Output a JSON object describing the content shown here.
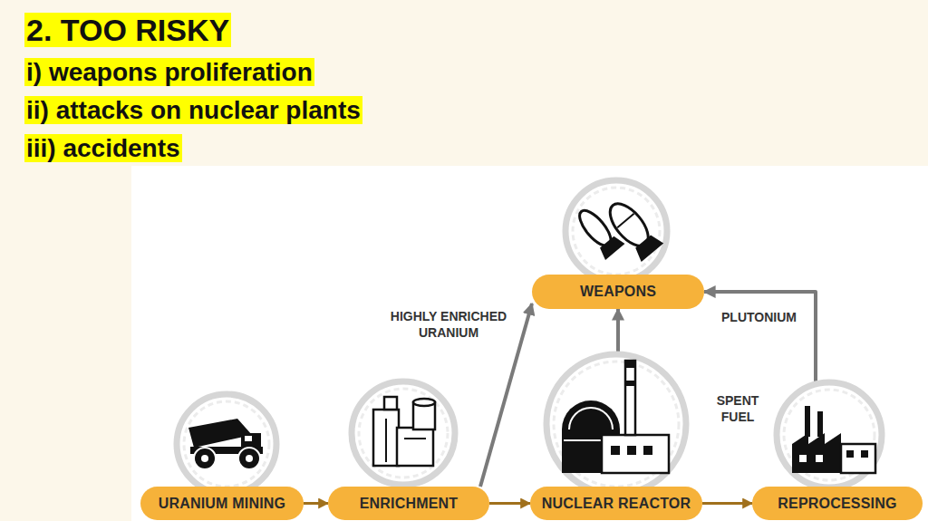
{
  "diagram": {
    "title": "2. TOO RISKY",
    "nodes": [
      {
        "text": [
          "WEAPONS"
        ]
      },
      {
        "text": [
          "URANIUM MINING"
        ]
      },
      {
        "text": [
          "ENRICHMENT"
        ]
      },
      {
        "text": [
          "NUCLEAR REACTOR"
        ]
      },
      {
        "text": [
          "REPROCESSING"
        ]
      }
    ],
    "edges": [
      {
        "from": 1,
        "to": 2,
        "arrow": "to"
      },
      {
        "from": 2,
        "to": 3,
        "arrow": "to"
      },
      {
        "from": 3,
        "to": 4,
        "label": "SPENT FUEL",
        "arrow": "to"
      },
      {
        "from": 2,
        "to": 0,
        "label": "HIGHLY ENRICHED URANIUM",
        "arrow": "to"
      },
      {
        "from": 3,
        "to": 0,
        "arrow": "to"
      },
      {
        "from": 4,
        "to": 0,
        "label": "PLUTONIUM",
        "arrow": "to"
      }
    ],
    "labels": [
      "i) weapons proliferation",
      "ii) attacks on nuclear plants",
      "iii) accidents"
    ]
  }
}
